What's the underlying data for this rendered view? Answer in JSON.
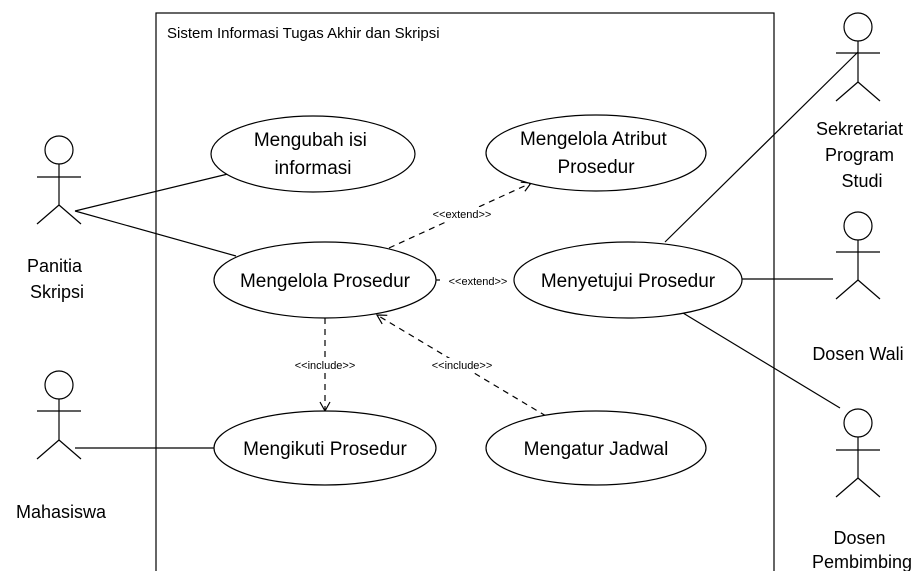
{
  "system": {
    "title": "Sistem Informasi Tugas Akhir dan Skripsi"
  },
  "actors": {
    "panitia": [
      "Panitia",
      "Skripsi"
    ],
    "mahasiswa": [
      "Mahasiswa"
    ],
    "sekretariat": [
      "Sekretariat",
      "Program",
      "Studi"
    ],
    "dosen_wali": [
      "Dosen Wali"
    ],
    "dosen_pembimbing": [
      "Dosen",
      "Pembimbing"
    ]
  },
  "use_cases": {
    "mengubah_isi": [
      "Mengubah isi",
      "informasi"
    ],
    "mengelola_atribut": [
      "Mengelola Atribut",
      "Prosedur"
    ],
    "mengelola_prosedur": [
      "Mengelola Prosedur"
    ],
    "menyetujui_prosedur": [
      "Menyetujui Prosedur"
    ],
    "mengikuti_prosedur": [
      "Mengikuti Prosedur"
    ],
    "mengatur_jadwal": [
      "Mengatur Jadwal"
    ]
  },
  "relations": {
    "extend_atribut": "<<extend>>",
    "extend_menyetujui": "<<extend>>",
    "include_mengikuti": "<<include>>",
    "include_jadwal": "<<include>>"
  }
}
